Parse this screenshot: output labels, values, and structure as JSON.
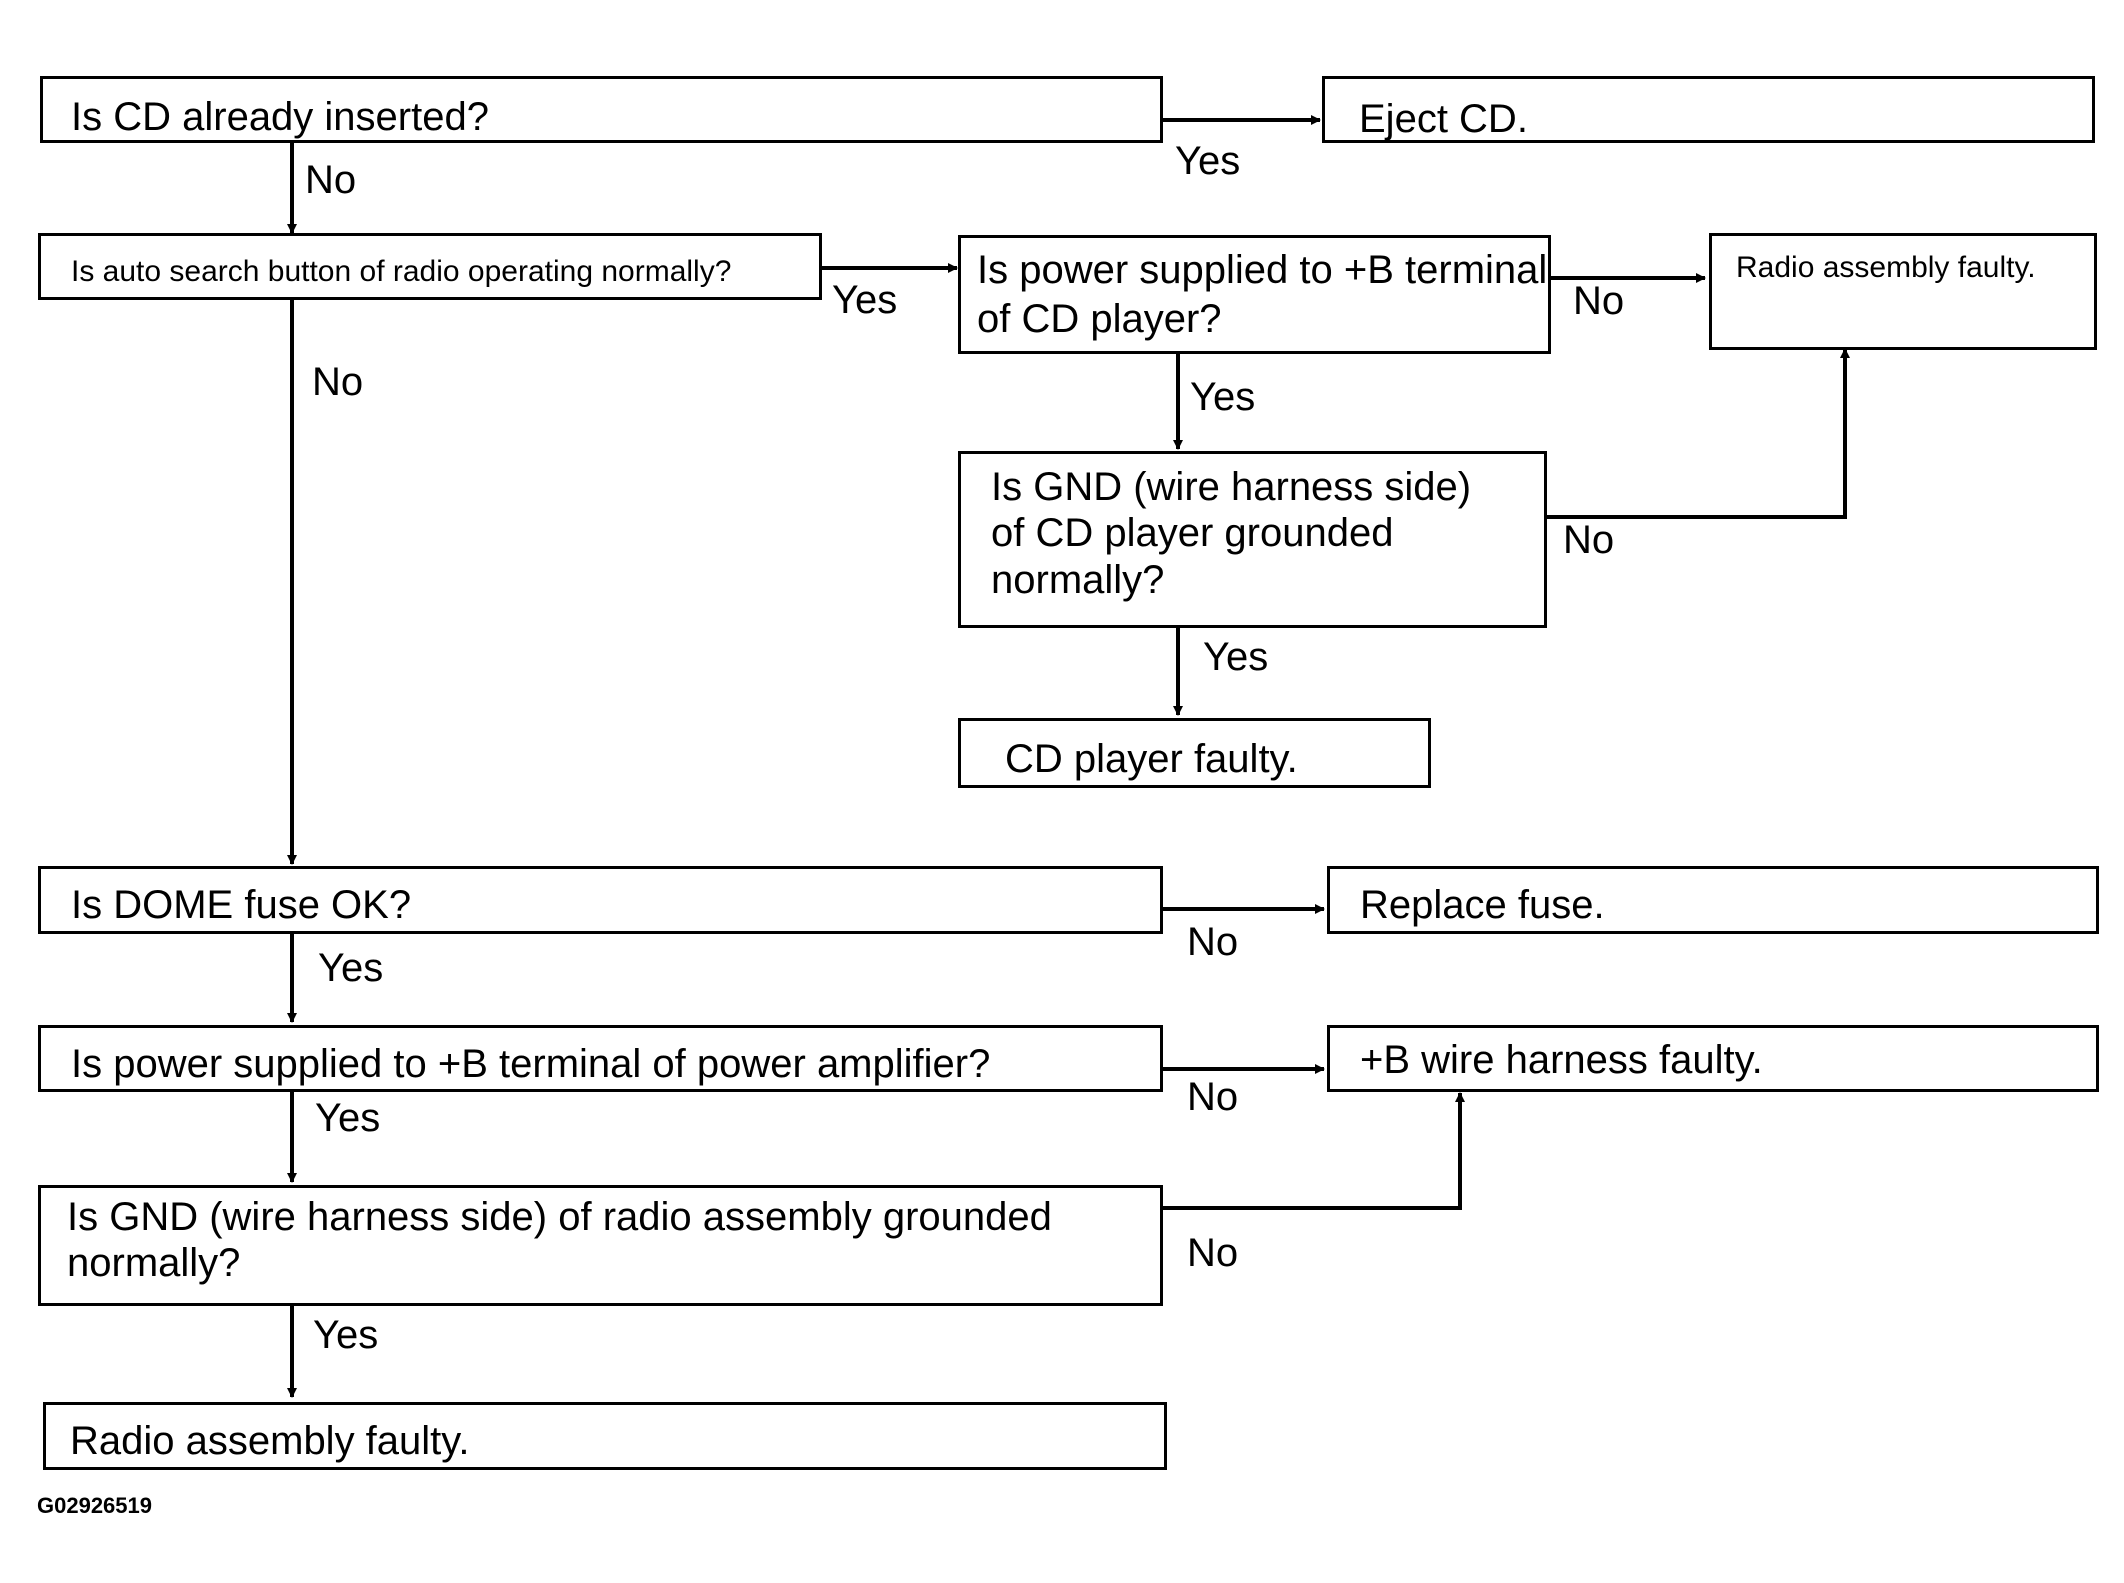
{
  "boxes": {
    "cd_inserted": "Is CD already inserted?",
    "eject_cd": "Eject CD.",
    "auto_search": "Is auto search button of radio operating normally?",
    "power_cd": "Is power supplied to +B terminal\nof CD player?",
    "radio_faulty_top": "Radio assembly faulty.",
    "gnd_cd": "Is GND (wire harness side)\nof CD player grounded\nnormally?",
    "cd_player_faulty": "CD player faulty.",
    "dome_fuse": "Is DOME fuse OK?",
    "replace_fuse": "Replace fuse.",
    "power_amp": "Is power supplied to +B terminal of power amplifier?",
    "b_harness_faulty": "+B wire harness faulty.",
    "gnd_radio": "Is GND (wire harness side) of radio assembly grounded\nnormally?",
    "radio_faulty_bottom": "Radio assembly faulty."
  },
  "labels": {
    "yes_eject": "Yes",
    "no_cd": "No",
    "yes_auto": "Yes",
    "no_power_cd": "No",
    "no_auto": "No",
    "yes_power_cd": "Yes",
    "no_gnd_cd": "No",
    "yes_gnd_cd": "Yes",
    "no_fuse": "No",
    "yes_fuse": "Yes",
    "no_power_amp": "No",
    "yes_power_amp": "Yes",
    "no_gnd_radio": "No",
    "yes_gnd_radio": "Yes"
  },
  "figure_id": "G02926519",
  "colors": {
    "stroke": "#000000",
    "background": "#ffffff"
  }
}
